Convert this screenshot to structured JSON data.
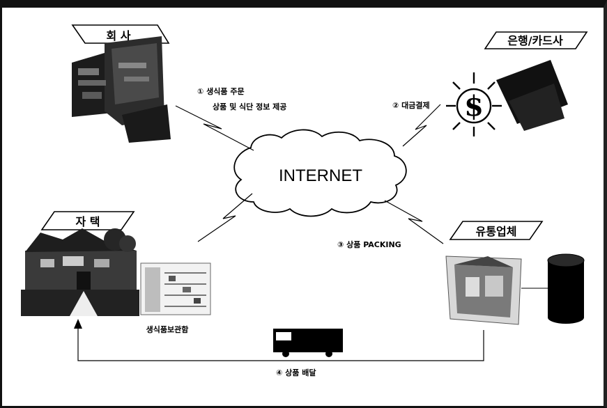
{
  "nodes": {
    "company": "회 사",
    "bank": "은행/카드사",
    "home": "자 택",
    "distributor": "유통업체"
  },
  "cloud_label": "INTERNET",
  "steps": {
    "order_line1": "① 생식품 주문",
    "order_line2": "상품 및 식단 정보 제공",
    "payment": "② 대금결제",
    "packing": "③ 상품 PACKING",
    "delivery": "④ 상품 배달"
  },
  "storage_caption": "생식품보관함"
}
